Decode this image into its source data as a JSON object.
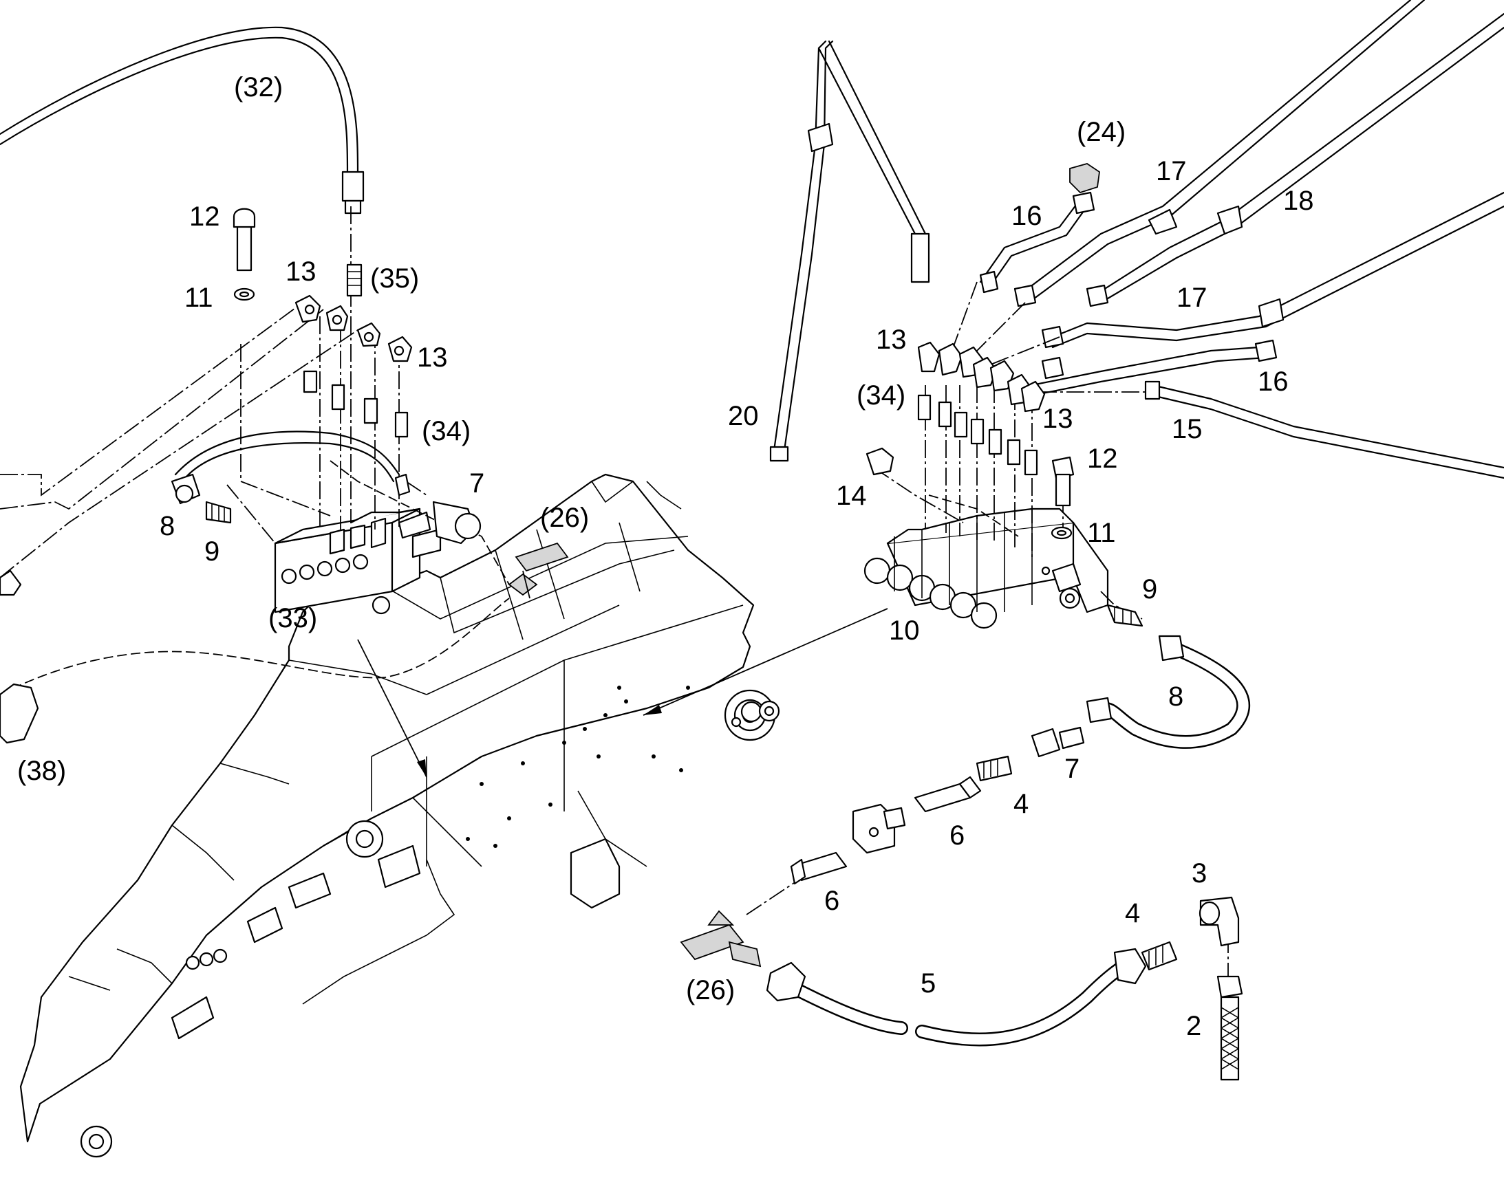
{
  "labels": {
    "l32": "(32)",
    "l24": "(24)",
    "l17a": "17",
    "l18": "18",
    "l12a": "12",
    "l16a": "16",
    "l13a": "13",
    "l35": "(35)",
    "l11a": "11",
    "l13b": "13",
    "l13c": "13",
    "l17b": "17",
    "l34a": "(34)",
    "l34b": "(34)",
    "l16b": "16",
    "l20": "20",
    "l13d": "13",
    "l15": "15",
    "l7a": "7",
    "l12b": "12",
    "l14": "14",
    "l26a": "(26)",
    "l8a": "8",
    "l9a": "9",
    "l11b": "11",
    "l9b": "9",
    "l33": "(33)",
    "l10": "10",
    "l8b": "8",
    "l38": "(38)",
    "l7b": "7",
    "l4a": "4",
    "l6a": "6",
    "l3": "3",
    "l6b": "6",
    "l4b": "4",
    "l5": "5",
    "l26b": "(26)",
    "l2": "2"
  },
  "colors": {
    "line": "#000000",
    "background": "#ffffff",
    "shade": "#d6d6d6"
  }
}
